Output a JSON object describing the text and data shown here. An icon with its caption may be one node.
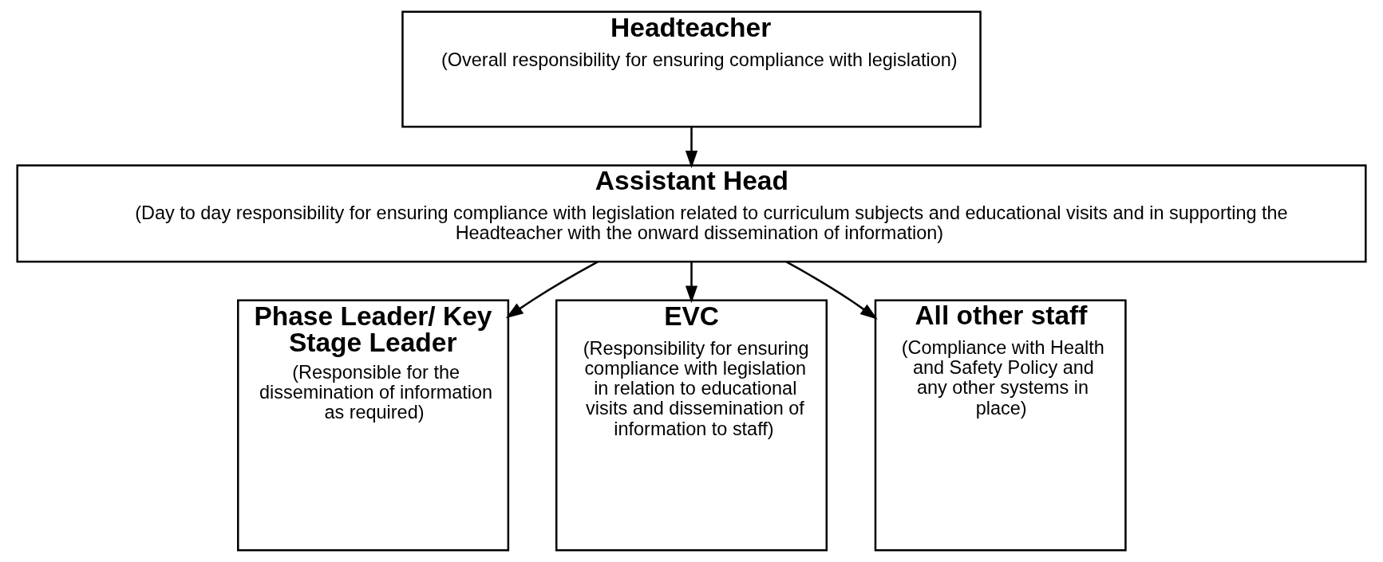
{
  "diagram": {
    "nodes": [
      {
        "text": [
          "Headteacher",
          "(Overall responsibility for ensuring compliance with legislation)"
        ]
      },
      {
        "text": [
          "Assistant Head",
          "(Day to day responsibility for ensuring compliance with legislation related to curriculum subjects and educational visits and in supporting the Headteacher with the onward dissemination of information)"
        ]
      },
      {
        "text": [
          "Phase Leader/ Key Stage Leader",
          "(Responsible for the dissemination of information as required)"
        ]
      },
      {
        "text": [
          "EVC",
          "(Responsibility for ensuring compliance with legislation in relation to educational visits and dissemination of information to staff)"
        ]
      },
      {
        "text": [
          "All other staff",
          "(Compliance with Health and Safety Policy and any other systems in place)"
        ]
      }
    ],
    "edges": [
      {
        "from": 0,
        "to": 1,
        "arrow": "to"
      },
      {
        "from": 1,
        "to": 2,
        "arrow": "to"
      },
      {
        "from": 1,
        "to": 3,
        "arrow": "to"
      },
      {
        "from": 1,
        "to": 4,
        "arrow": "to"
      }
    ]
  }
}
